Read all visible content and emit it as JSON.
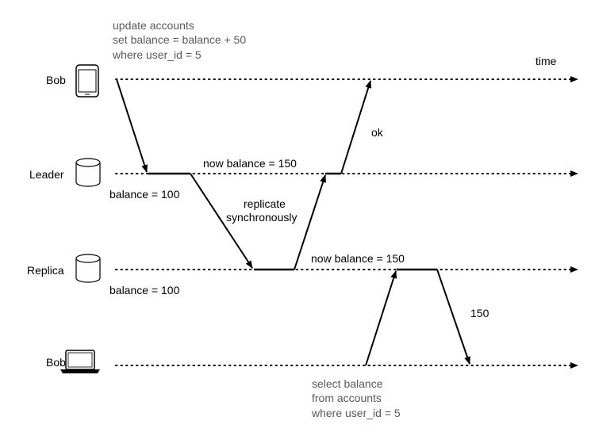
{
  "time_label": "time",
  "lanes": [
    {
      "id": "bob-write",
      "label": "Bob",
      "icon": "tablet-icon"
    },
    {
      "id": "leader",
      "label": "Leader",
      "icon": "database-icon"
    },
    {
      "id": "replica",
      "label": "Replica",
      "icon": "database-icon"
    },
    {
      "id": "bob-read",
      "label": "Bob",
      "icon": "laptop-icon"
    }
  ],
  "update_query": [
    "update accounts",
    "set balance = balance + 50",
    "where user_id = 5"
  ],
  "select_query": [
    "select balance",
    "from accounts",
    "where user_id = 5"
  ],
  "leader_before": "balance = 100",
  "leader_after": "now balance = 150",
  "replica_before": "balance = 100",
  "replica_after": "now balance = 150",
  "replicate_label": [
    "replicate",
    "synchronously"
  ],
  "ok_label": "ok",
  "read_result": "150",
  "colors": {
    "line": "#000000",
    "query_text": "#5a5a5a"
  }
}
